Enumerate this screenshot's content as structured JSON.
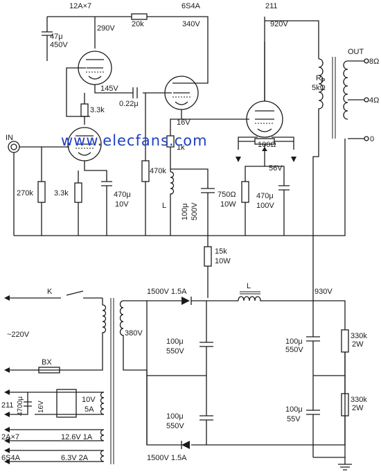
{
  "tubes": {
    "t1": "12A×7",
    "t2": "6S4A",
    "t3": "211"
  },
  "labels": {
    "v290": "290V",
    "r20k": "20k",
    "v340": "340V",
    "v920": "920V",
    "out": "OUT",
    "o8": "8Ω",
    "o4": "4Ω",
    "o0": "0",
    "rp": "R",
    "rp_sub": "P",
    "rp_val": "5kΩ",
    "c47": "47μ",
    "c47v": "450V",
    "v145": "145V",
    "c022": "0.22μ",
    "r33k_a": "3.3k",
    "in": "IN",
    "v16": "16V",
    "r1k": "1k",
    "r100": "100Ω",
    "v56": "56V",
    "r270k": "270k",
    "r33k_b": "3.3k",
    "c470a": "470μ",
    "c470a_v": "10V",
    "r470k": "470k",
    "l_small": "L",
    "c100a": "100μ",
    "c100a_v": "500V",
    "r750": "750Ω",
    "r750_w": "10W",
    "c470b": "470μ",
    "c470b_v": "100V",
    "r15k": "15k",
    "r15k_w": "10W",
    "k": "K",
    "d1": "1500V 1.5A",
    "choke": "L",
    "v930": "930V",
    "mains": "~220V",
    "sec380": "380V",
    "c100b": "100μ",
    "c100b_v": "550V",
    "c100c": "100μ",
    "c100c_v": "550V",
    "r330a": "330k",
    "r330a_w": "2W",
    "bx": "BX",
    "t211": "211",
    "c4700": "4700μ",
    "c4700_v": "16V",
    "f10v": "10V",
    "f5a": "5A",
    "c100d": "100μ",
    "c100d_v": "550V",
    "c100e": "100μ",
    "c100e_v": "55V",
    "r330b": "330k",
    "r330b_w": "2W",
    "h12": "2A×7",
    "h12v": "12.6V 1A",
    "h6s4": "6S4A",
    "h6v": "6.3V 2A",
    "d2": "1500V 1.5A"
  },
  "watermark": "www.elecfans.com"
}
